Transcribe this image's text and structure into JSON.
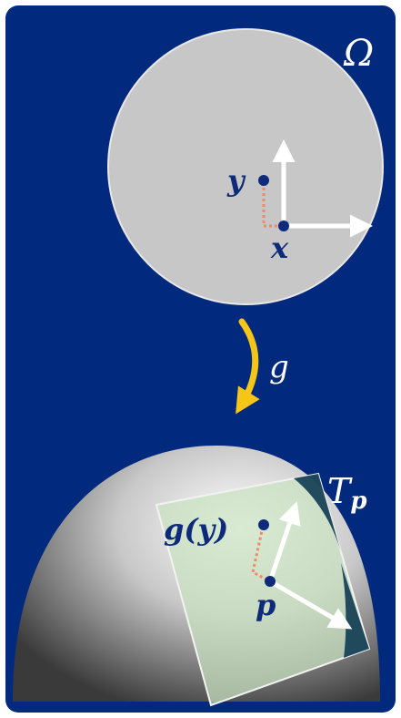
{
  "labels": {
    "domain": "Ω",
    "point_y": "y",
    "point_x": "x",
    "map": "g",
    "image_point": "g(y)",
    "base_point": "p",
    "tangent_space_main": "T",
    "tangent_space_sub": "p"
  },
  "colors": {
    "background": "#012a7e",
    "frame": "#ffffff",
    "disk_fill": "#c7c7c7",
    "disk_stroke": "#e8e8e8",
    "point": "#0e2a7a",
    "dotted_line": "#ee8a6a",
    "arrow_map": "#f5c518",
    "tangent_plane_fill": "#c9e3c0",
    "tangent_plane_dark": "#0f3b52",
    "frame_vectors": "#ffffff"
  }
}
